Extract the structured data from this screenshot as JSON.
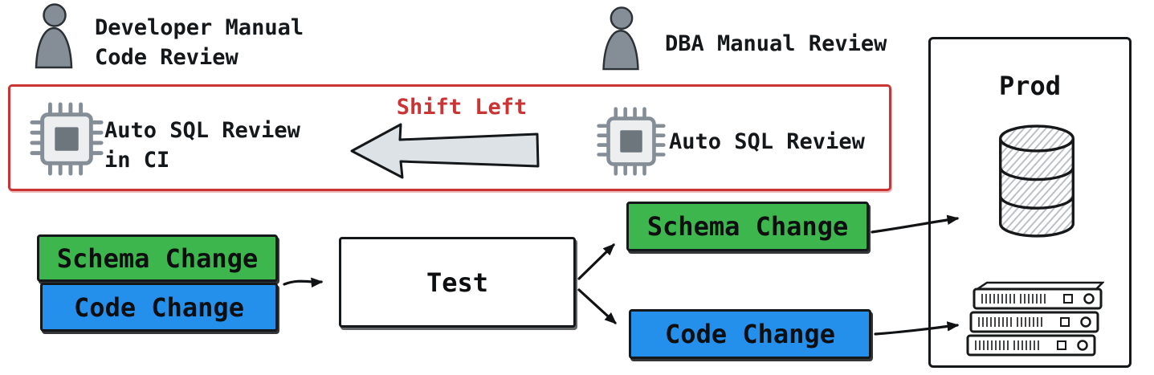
{
  "annotations": {
    "developer_review": "Developer Manual\nCode Review",
    "dba_review": "DBA Manual Review"
  },
  "shift_left_panel": {
    "auto_sql_review_ci": "Auto SQL Review\nin CI",
    "shift_left_label": "Shift Left",
    "auto_sql_review": "Auto SQL Review"
  },
  "pipeline": {
    "schema_change_source": "Schema Change",
    "code_change_source": "Code Change",
    "test_label": "Test",
    "schema_change_deploy": "Schema Change",
    "code_change_deploy": "Code Change"
  },
  "prod": {
    "title": "Prod"
  },
  "icons": {
    "developer": "person-icon",
    "dba": "person-icon",
    "auto_review_ci": "chip-icon",
    "auto_review": "chip-icon",
    "shift_left": "arrow-left-icon",
    "database": "database-icon",
    "app_servers": "server-rack-icon"
  },
  "colors": {
    "schema_green": "#3db64d",
    "code_blue": "#2490ec",
    "alert_red": "#cb3434",
    "icon_gray": "#858e96",
    "icon_gray_dark": "#6d757d",
    "arrow_fill": "#dde2e6",
    "ink": "#15181a"
  }
}
